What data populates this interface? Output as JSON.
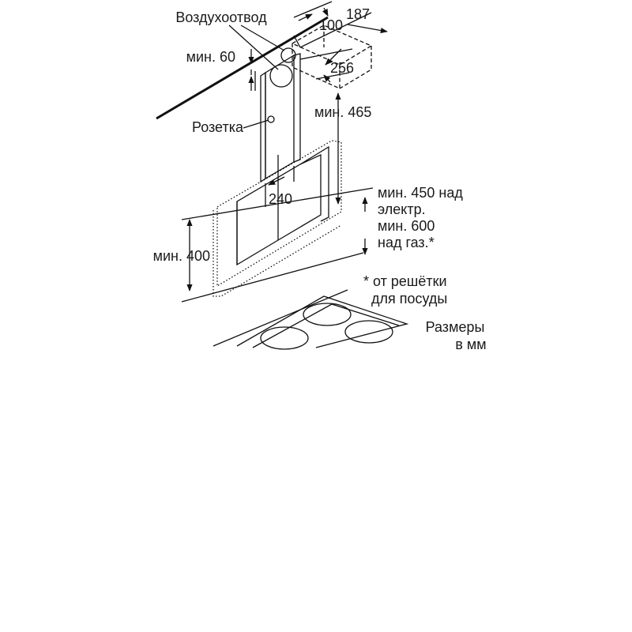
{
  "labels": {
    "air_duct": "Воздухоотвод",
    "min_60": "мин. 60",
    "dim_100": "100",
    "dim_187": "187",
    "dim_256": "256",
    "min_465": "мин. 465",
    "socket": "Розетка",
    "dim_240": "240",
    "min_450_line1": "мин. 450 над",
    "min_450_line2": "электр.",
    "min_600_line1": "мин. 600",
    "min_600_line2": "над газ.*",
    "min_400": "мин. 400",
    "footnote_line1": "* от решётки",
    "footnote_line2": "для посуды",
    "units_line1": "Размеры",
    "units_line2": "в мм"
  }
}
